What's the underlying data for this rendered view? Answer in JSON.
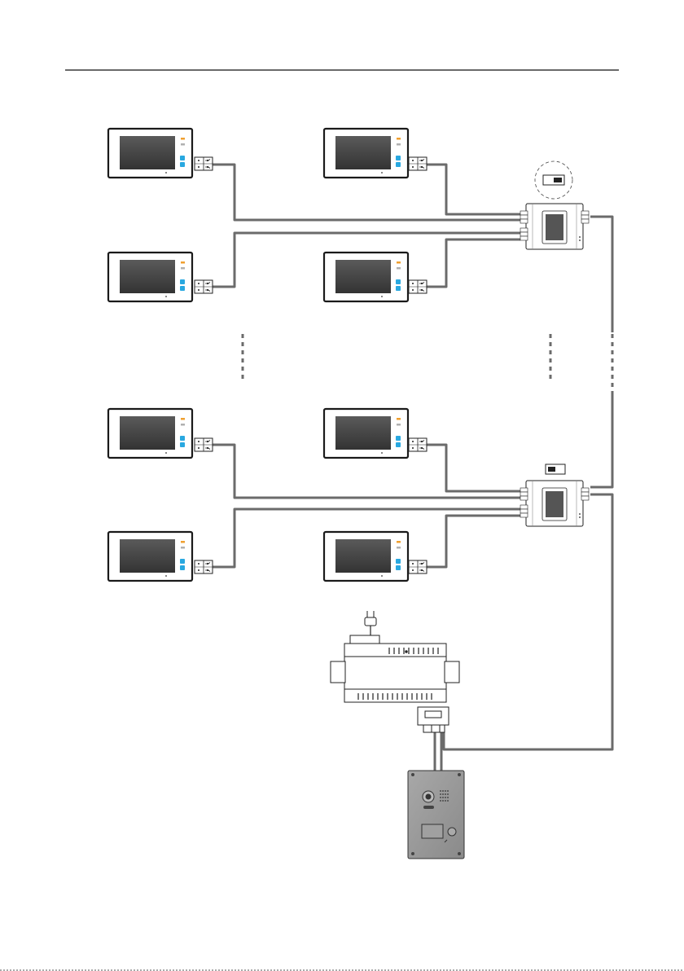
{
  "diagram": {
    "monitor_count": 8,
    "distributor_count": 2,
    "power_supply_count": 1,
    "door_station_count": 1,
    "monitor_indicators": [
      "orange",
      "gray"
    ],
    "monitor_buttons": [
      "blue",
      "blue"
    ],
    "continuation_markers": "dotted lines",
    "colors": {
      "wire": "#6b6b6b",
      "frame": "#1a1a1a",
      "screen_top": "#5a5a5a",
      "screen_bottom": "#333333",
      "led_orange": "#f0a030",
      "led_gray": "#b0b0b0",
      "button_blue": "#29a8e0",
      "door_panel": "#9a9a9a"
    },
    "icons": [
      "monitor-icon",
      "terminal-block-icon",
      "distributor-icon",
      "dip-switch-icon",
      "power-plug-icon",
      "power-supply-icon",
      "door-station-icon"
    ]
  }
}
